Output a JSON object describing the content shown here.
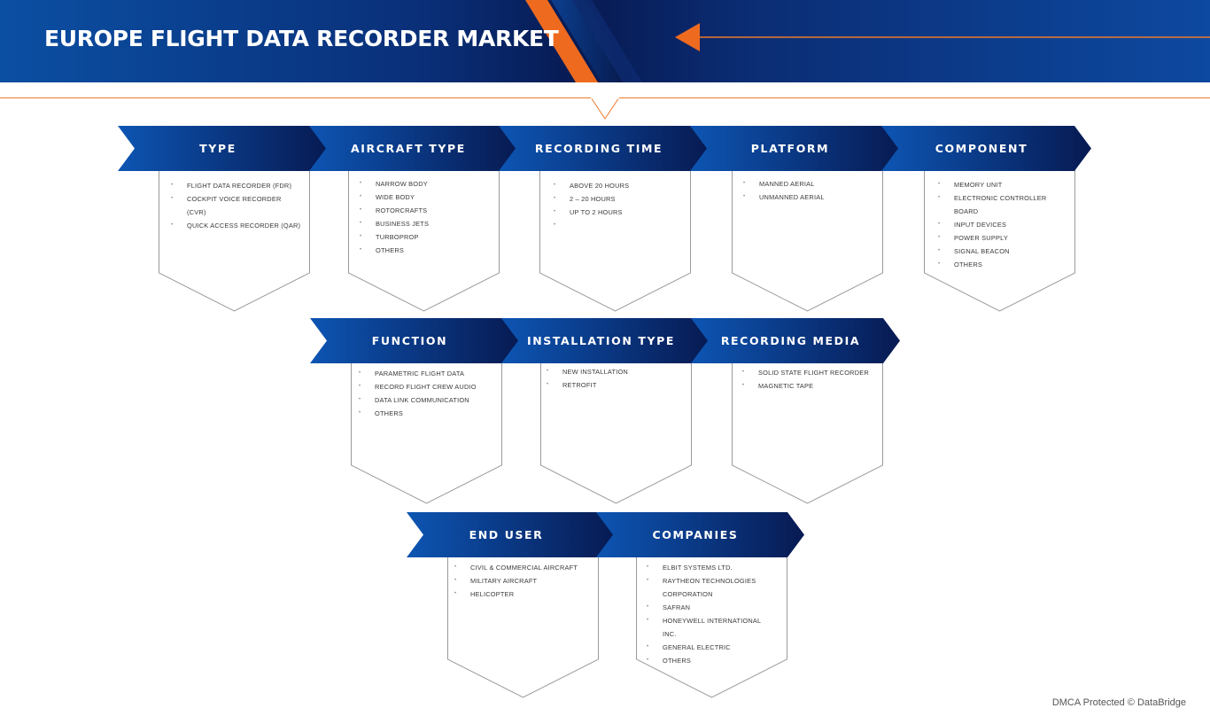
{
  "title": "EUROPE FLIGHT DATA RECORDER MARKET",
  "colors": {
    "accent_orange": "#ee7a2b",
    "banner_dark": "#071a52",
    "banner_blue": "#0b4fa3",
    "card_border": "#9a9a9a"
  },
  "segments": [
    {
      "label": "TYPE",
      "items": [
        "FLIGHT DATA RECORDER (FDR)",
        "COCKPIT VOICE RECORDER",
        "(CVR)",
        "QUICK ACCESS RECORDER (QAR)"
      ]
    },
    {
      "label": "AIRCRAFT TYPE",
      "items": [
        "NARROW BODY",
        "WIDE BODY",
        "ROTORCRAFTS",
        "BUSINESS JETS",
        "TURBOPROP",
        "OTHERS"
      ]
    },
    {
      "label": "RECORDING TIME",
      "items": [
        "ABOVE 20 HOURS",
        "2 – 20 HOURS",
        "UP TO 2 HOURS",
        ""
      ]
    },
    {
      "label": "PLATFORM",
      "items": [
        "MANNED AERIAL",
        "UNMANNED AERIAL"
      ]
    },
    {
      "label": "COMPONENT",
      "items": [
        "MEMORY UNIT",
        "ELECTRONIC CONTROLLER",
        "BOARD",
        "INPUT DEVICES",
        "POWER SUPPLY",
        "SIGNAL BEACON",
        "OTHERS"
      ]
    },
    {
      "label": "FUNCTION",
      "items": [
        "PARAMETRIC FLIGHT DATA",
        "RECORD FLIGHT CREW AUDIO",
        "DATA LINK COMMUNICATION",
        "OTHERS"
      ]
    },
    {
      "label": "INSTALLATION TYPE",
      "items": [
        "NEW INSTALLATION",
        "RETROFIT"
      ]
    },
    {
      "label": "RECORDING MEDIA",
      "items": [
        "SOLID STATE FLIGHT RECORDER",
        "MAGNETIC TAPE"
      ]
    },
    {
      "label": "END USER",
      "items": [
        "CIVIL & COMMERCIAL AIRCRAFT",
        "MILITARY AIRCRAFT",
        "HELICOPTER"
      ]
    },
    {
      "label": "COMPANIES",
      "items": [
        "ELBIT SYSTEMS LTD.",
        "RAYTHEON TECHNOLOGIES",
        "CORPORATION",
        "SAFRAN",
        "HONEYWELL INTERNATIONAL",
        "INC.",
        "GENERAL ELECTRIC",
        "OTHERS"
      ]
    }
  ],
  "footer": "DMCA Protected © DataBridge"
}
